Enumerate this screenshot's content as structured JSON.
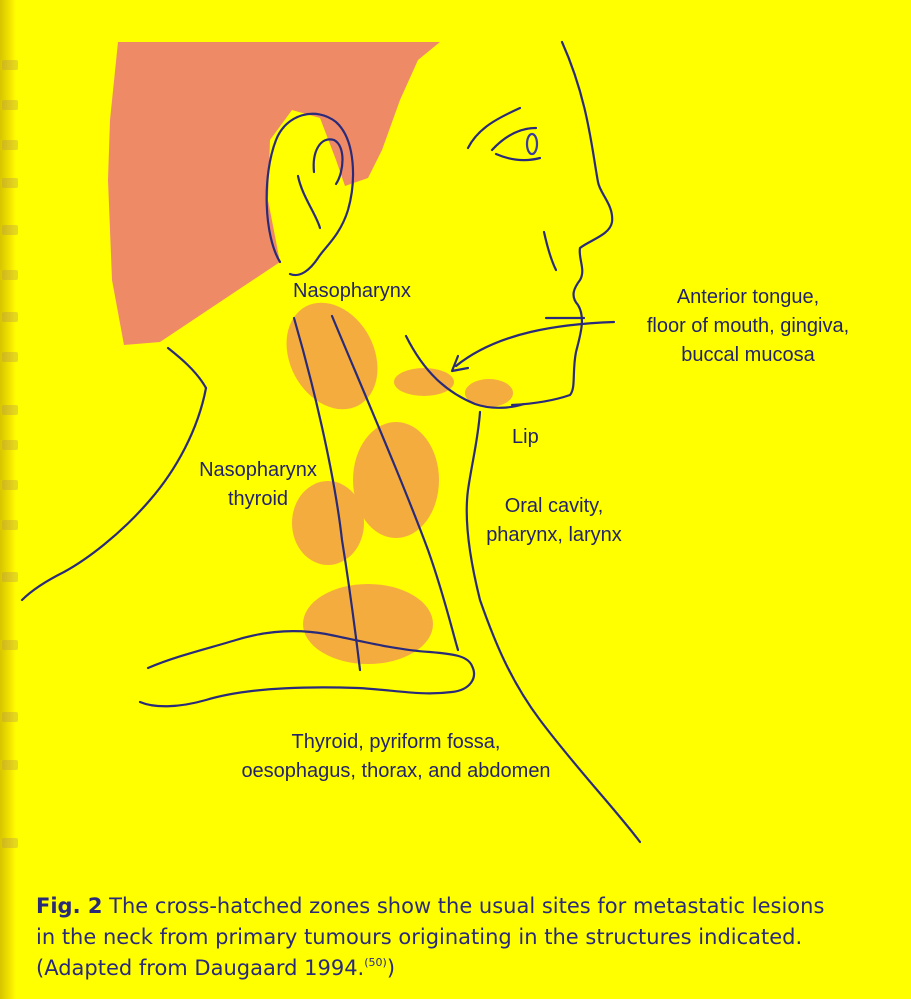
{
  "labels": {
    "nasopharynx_top": "Nasopharynx",
    "nasopharynx_thyroid_line1": "Nasopharynx",
    "nasopharynx_thyroid_line2": "thyroid",
    "anterior_tongue_line1": "Anterior tongue,",
    "anterior_tongue_line2": "floor of mouth, gingiva,",
    "anterior_tongue_line3": "buccal mucosa",
    "lip": "Lip",
    "oral_cavity_line1": "Oral cavity,",
    "oral_cavity_line2": "pharynx, larynx",
    "thyroid_line1": "Thyroid, pyriform fossa,",
    "thyroid_line2": "oesophagus, thorax, and abdomen"
  },
  "caption": {
    "fig_number": "Fig. 2",
    "line1": "The cross-hatched zones show the usual sites for metastatic lesions",
    "line2": "in the neck from primary tumours originating in the structures indicated.",
    "line3_prefix": "(Adapted from Daugaard 1994.",
    "line3_ref": "(50)",
    "line3_suffix": ")"
  },
  "colors": {
    "background": "#ffff00",
    "hair": "#ef8a67",
    "lesion_zone": "#f5ac3e",
    "outline": "#2a2a7a",
    "text": "#23236b"
  }
}
